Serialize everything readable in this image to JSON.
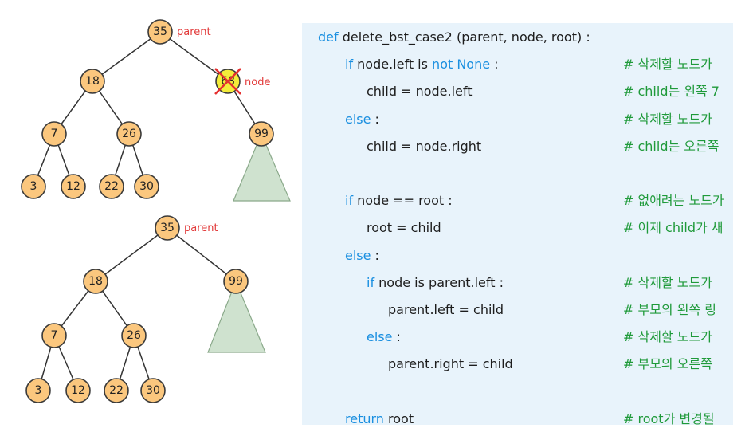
{
  "trees": {
    "before": {
      "root_label": "parent",
      "node_label": "node",
      "nodes": [
        "35",
        "18",
        "68",
        "7",
        "26",
        "99",
        "3",
        "12",
        "22",
        "30"
      ]
    },
    "after": {
      "root_label": "parent",
      "nodes": [
        "35",
        "18",
        "99",
        "7",
        "26",
        "3",
        "12",
        "22",
        "30"
      ]
    }
  },
  "code": {
    "lines": [
      {
        "indent": 0,
        "parts": [
          {
            "t": "def",
            "k": "kw"
          },
          {
            "t": " delete_bst_case2 (parent, node, root) :"
          }
        ],
        "comment": ""
      },
      {
        "indent": 1,
        "parts": [
          {
            "t": "if",
            "k": "kw"
          },
          {
            "t": " node.left is "
          },
          {
            "t": "not None",
            "k": "kw"
          },
          {
            "t": " :"
          }
        ],
        "comment": "# 삭제할 노드가"
      },
      {
        "indent": 2,
        "parts": [
          {
            "t": "child = node.left"
          }
        ],
        "comment": "# child는 왼쪽 7"
      },
      {
        "indent": 1,
        "parts": [
          {
            "t": "else",
            "k": "kw"
          },
          {
            "t": " :"
          }
        ],
        "comment": "# 삭제할 노드가"
      },
      {
        "indent": 2,
        "parts": [
          {
            "t": "child = node.right"
          }
        ],
        "comment": "# child는 오른쪽"
      },
      {
        "indent": -1,
        "parts": [],
        "comment": ""
      },
      {
        "indent": 1,
        "parts": [
          {
            "t": "if",
            "k": "kw"
          },
          {
            "t": " node == root :"
          }
        ],
        "comment": "# 없애려는 노드가"
      },
      {
        "indent": 2,
        "parts": [
          {
            "t": "root = child"
          }
        ],
        "comment": "# 이제 child가 새"
      },
      {
        "indent": 1,
        "parts": [
          {
            "t": "else",
            "k": "kw"
          },
          {
            "t": " :"
          }
        ],
        "comment": ""
      },
      {
        "indent": 2,
        "parts": [
          {
            "t": "if",
            "k": "kw"
          },
          {
            "t": " node is parent.left :"
          }
        ],
        "comment": "# 삭제할 노드가"
      },
      {
        "indent": 3,
        "parts": [
          {
            "t": "parent.left = child"
          }
        ],
        "comment": "# 부모의 왼쪽 링"
      },
      {
        "indent": 2,
        "parts": [
          {
            "t": "else",
            "k": "kw"
          },
          {
            "t": " :"
          }
        ],
        "comment": "# 삭제할 노드가"
      },
      {
        "indent": 3,
        "parts": [
          {
            "t": "parent.right = child"
          }
        ],
        "comment": "# 부모의 오른쪽"
      },
      {
        "indent": -1,
        "parts": [],
        "comment": ""
      },
      {
        "indent": 1,
        "parts": [
          {
            "t": "return",
            "k": "kw"
          },
          {
            "t": " root"
          }
        ],
        "comment": "# root가 변경될"
      }
    ]
  }
}
